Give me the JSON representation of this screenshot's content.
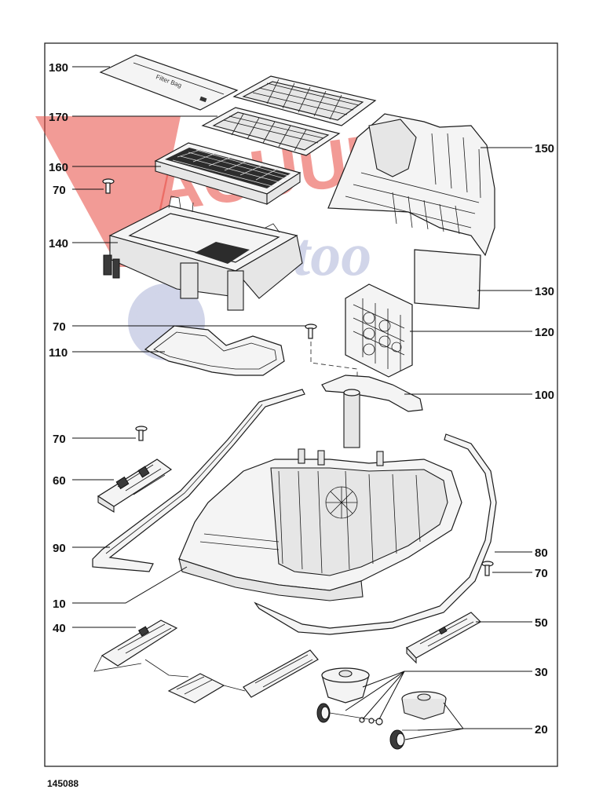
{
  "diagram": {
    "drawing_number": "145088",
    "watermark": {
      "brand": "VACUUMS",
      "tagline": "ing too",
      "colors": {
        "red": "#e8493f",
        "blue": "#9aa3cf"
      }
    },
    "callouts": [
      {
        "id": "c180",
        "label": "180",
        "part": "filter-cover-card"
      },
      {
        "id": "c170",
        "label": "170",
        "part": "filter-frame"
      },
      {
        "id": "c160",
        "label": "160",
        "part": "hepa-filter"
      },
      {
        "id": "c70a",
        "label": "70",
        "part": "screw"
      },
      {
        "id": "c140",
        "label": "140",
        "part": "motor-housing"
      },
      {
        "id": "c150",
        "label": "150",
        "part": "rear-cover"
      },
      {
        "id": "c130",
        "label": "130",
        "part": "filter-mat"
      },
      {
        "id": "c70b",
        "label": "70",
        "part": "screw"
      },
      {
        "id": "c120",
        "label": "120",
        "part": "grille"
      },
      {
        "id": "c110",
        "label": "110",
        "part": "seal"
      },
      {
        "id": "c100",
        "label": "100",
        "part": "cord-rewind-bracket"
      },
      {
        "id": "c70c",
        "label": "70",
        "part": "screw"
      },
      {
        "id": "c60",
        "label": "60",
        "part": "switch-assembly"
      },
      {
        "id": "c90",
        "label": "90",
        "part": "left-trim"
      },
      {
        "id": "c80",
        "label": "80",
        "part": "bumper-strip"
      },
      {
        "id": "c70d",
        "label": "70",
        "part": "screw"
      },
      {
        "id": "c10",
        "label": "10",
        "part": "base-housing"
      },
      {
        "id": "c50",
        "label": "50",
        "part": "right-trim"
      },
      {
        "id": "c40",
        "label": "40",
        "part": "electronics-board"
      },
      {
        "id": "c30",
        "label": "30",
        "part": "swivel-castor-set"
      },
      {
        "id": "c20",
        "label": "20",
        "part": "wheel-set"
      }
    ]
  }
}
